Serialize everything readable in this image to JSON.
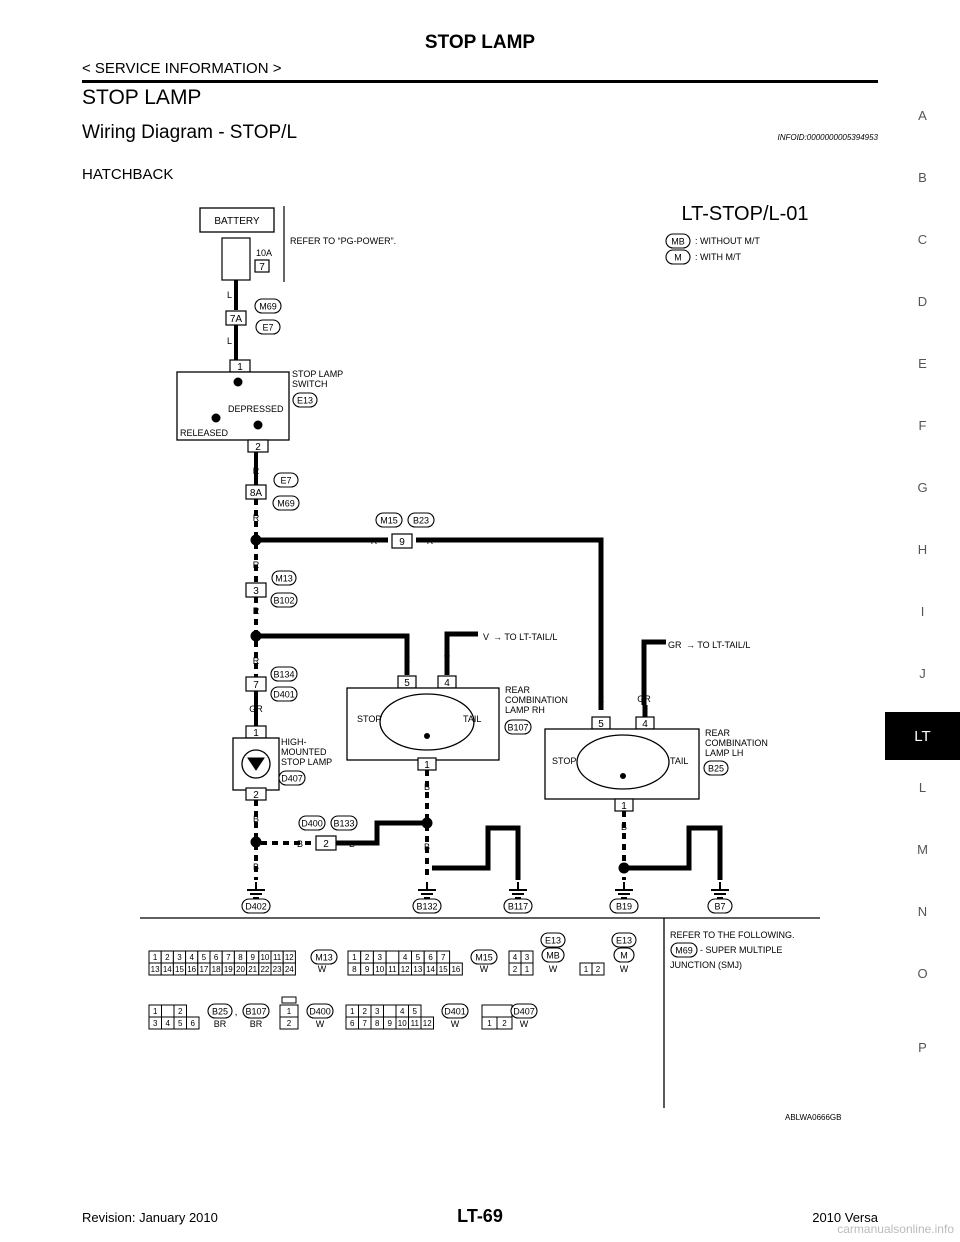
{
  "header": {
    "title": "STOP LAMP",
    "subtitle": "< SERVICE INFORMATION >"
  },
  "section": {
    "title": "STOP LAMP",
    "subsection": "Wiring Diagram - STOP/L",
    "infoid": "INFOID:0000000005394953",
    "variant": "HATCHBACK"
  },
  "side_index": [
    "A",
    "B",
    "C",
    "D",
    "E",
    "F",
    "G",
    "H",
    "I",
    "J",
    "LT",
    "L",
    "M",
    "N",
    "O",
    "P"
  ],
  "active_index": "LT",
  "diagram": {
    "code": "LT-STOP/L-01",
    "legend": [
      {
        "badge": "MB",
        "text": ": WITHOUT M/T"
      },
      {
        "badge": "M",
        "text": ": WITH M/T"
      }
    ],
    "battery": "BATTERY",
    "fuse_amp": "10A",
    "fuse_no": "7",
    "refer_power": "REFER TO “PG-POWER”.",
    "wire_L": "L",
    "wire_R": "R",
    "wire_GR": "GR",
    "wire_B": "B",
    "wire_V": "V",
    "conn_M69": "M69",
    "conn_E7": "E7",
    "conn_7A": "7A",
    "conn_8A": "8A",
    "switch_label": [
      "STOP LAMP",
      "SWITCH"
    ],
    "conn_E13": "E13",
    "depressed": "DEPRESSED",
    "released": "RELEASED",
    "pin1": "1",
    "pin2": "2",
    "pin3": "3",
    "pin4": "4",
    "pin5": "5",
    "pin7": "7",
    "pin9": "9",
    "conn_M15": "M15",
    "conn_B23": "B23",
    "conn_M13": "M13",
    "conn_B102": "B102",
    "conn_B134": "B134",
    "conn_D401": "D401",
    "hmsl_label": [
      "HIGH-",
      "MOUNTED",
      "STOP LAMP"
    ],
    "conn_D407": "D407",
    "to_tail": "TO LT-TAIL/L",
    "rh_label": [
      "REAR",
      "COMBINATION",
      "LAMP RH"
    ],
    "lh_label": [
      "REAR",
      "COMBINATION",
      "LAMP LH"
    ],
    "conn_B107": "B107",
    "conn_B25": "B25",
    "stop": "STOP",
    "tail": "TAIL",
    "conn_D400": "D400",
    "conn_B133": "B133",
    "grounds": [
      "D402",
      "B132",
      "B117",
      "B19",
      "B7"
    ],
    "refer_following": "REFER TO THE FOLLOWING.",
    "smj_line1": "- SUPER MULTIPLE",
    "smj_line2": "JUNCTION (SMJ)",
    "fig_id": "ABLWA0666GB",
    "connectors_row1": [
      {
        "id": "M13",
        "color": "W",
        "top": [
          "1",
          "2",
          "3",
          "4",
          "5",
          "6",
          "7",
          "8",
          "9",
          "10",
          "11",
          "12"
        ],
        "bottom": [
          "13",
          "14",
          "15",
          "16",
          "17",
          "18",
          "19",
          "20",
          "21",
          "22",
          "23",
          "24"
        ]
      },
      {
        "id": "M15",
        "color": "W",
        "top": [
          "1",
          "2",
          "3",
          "",
          "4",
          "5",
          "6",
          "7"
        ],
        "bottom": [
          "8",
          "9",
          "10",
          "11",
          "12",
          "13",
          "14",
          "15",
          "16"
        ]
      },
      {
        "id": "E13",
        "sub": "MB",
        "color": "W",
        "top": [
          "4",
          "3"
        ],
        "bottom": [
          "2",
          "1"
        ]
      },
      {
        "id": "E13",
        "sub": "M",
        "color": "W",
        "top": [],
        "bottom": [
          "1",
          "2"
        ]
      }
    ],
    "connectors_row2": [
      {
        "id": "B25",
        "color": "BR",
        "top": [
          "1",
          "",
          "2"
        ],
        "bottom": [
          "3",
          "4",
          "5",
          "6"
        ]
      },
      {
        "id": "B107",
        "color": "BR"
      },
      {
        "id": "D400",
        "color": "W",
        "top": [
          "1"
        ],
        "bottom": [
          "2"
        ]
      },
      {
        "id": "D401",
        "color": "W",
        "top": [
          "1",
          "2",
          "3",
          "",
          "4",
          "5"
        ],
        "bottom": [
          "6",
          "7",
          "8",
          "9",
          "10",
          "11",
          "12"
        ]
      },
      {
        "id": "D407",
        "color": "W",
        "top": [],
        "bottom": [
          "1",
          "2"
        ]
      }
    ]
  },
  "footer": {
    "revision": "Revision: January 2010",
    "page": "LT-69",
    "model": "2010 Versa",
    "watermark": "carmanualsonline.info"
  }
}
